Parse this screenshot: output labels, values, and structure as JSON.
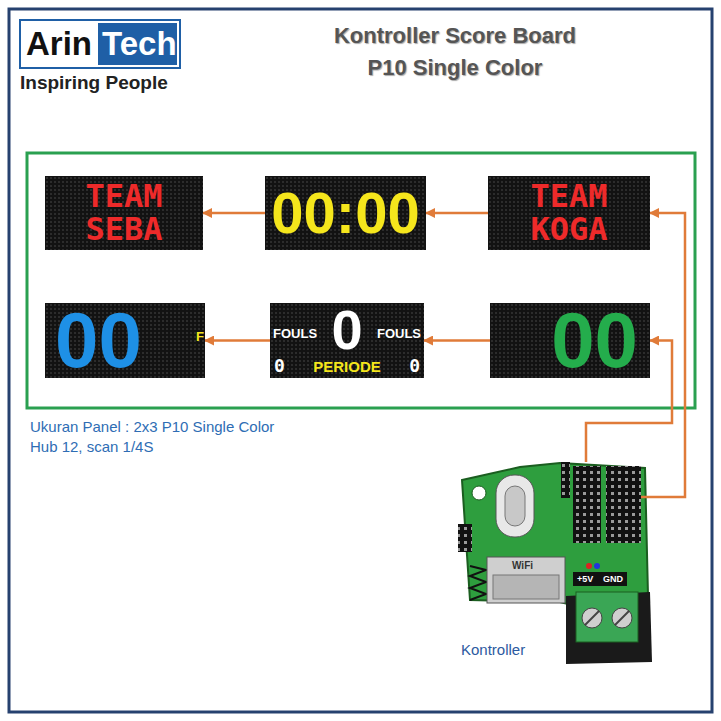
{
  "diagram": {
    "title": "Kontroller Score Board P10 Single Color",
    "nodes": [
      {
        "text": [
          "TEAM SEBA"
        ]
      },
      {
        "text": [
          "00:00"
        ]
      },
      {
        "text": [
          "TEAM KOGA"
        ]
      },
      {
        "text": [
          "00",
          "F"
        ]
      },
      {
        "text": [
          "FOULS",
          "0",
          "FOULS",
          "0",
          "PERIODE",
          "0"
        ]
      },
      {
        "text": [
          "00"
        ]
      },
      {
        "text": [
          "Kontroller"
        ]
      }
    ],
    "edges": [
      {
        "from": 2,
        "to": 1,
        "arrow": "to"
      },
      {
        "from": 1,
        "to": 0,
        "arrow": "to"
      },
      {
        "from": 5,
        "to": 4,
        "arrow": "to"
      },
      {
        "from": 4,
        "to": 3,
        "arrow": "to"
      },
      {
        "from": 6,
        "to": 2,
        "arrow": "to"
      },
      {
        "from": 6,
        "to": 5,
        "arrow": "to"
      }
    ],
    "labels": [
      "Arin",
      "Tech",
      "Inspiring People",
      "Ukuran Panel : 2x3 P10 Single Color",
      "Hub 12, scan 1/4S",
      "+5V",
      "GND",
      "WiFi"
    ]
  }
}
